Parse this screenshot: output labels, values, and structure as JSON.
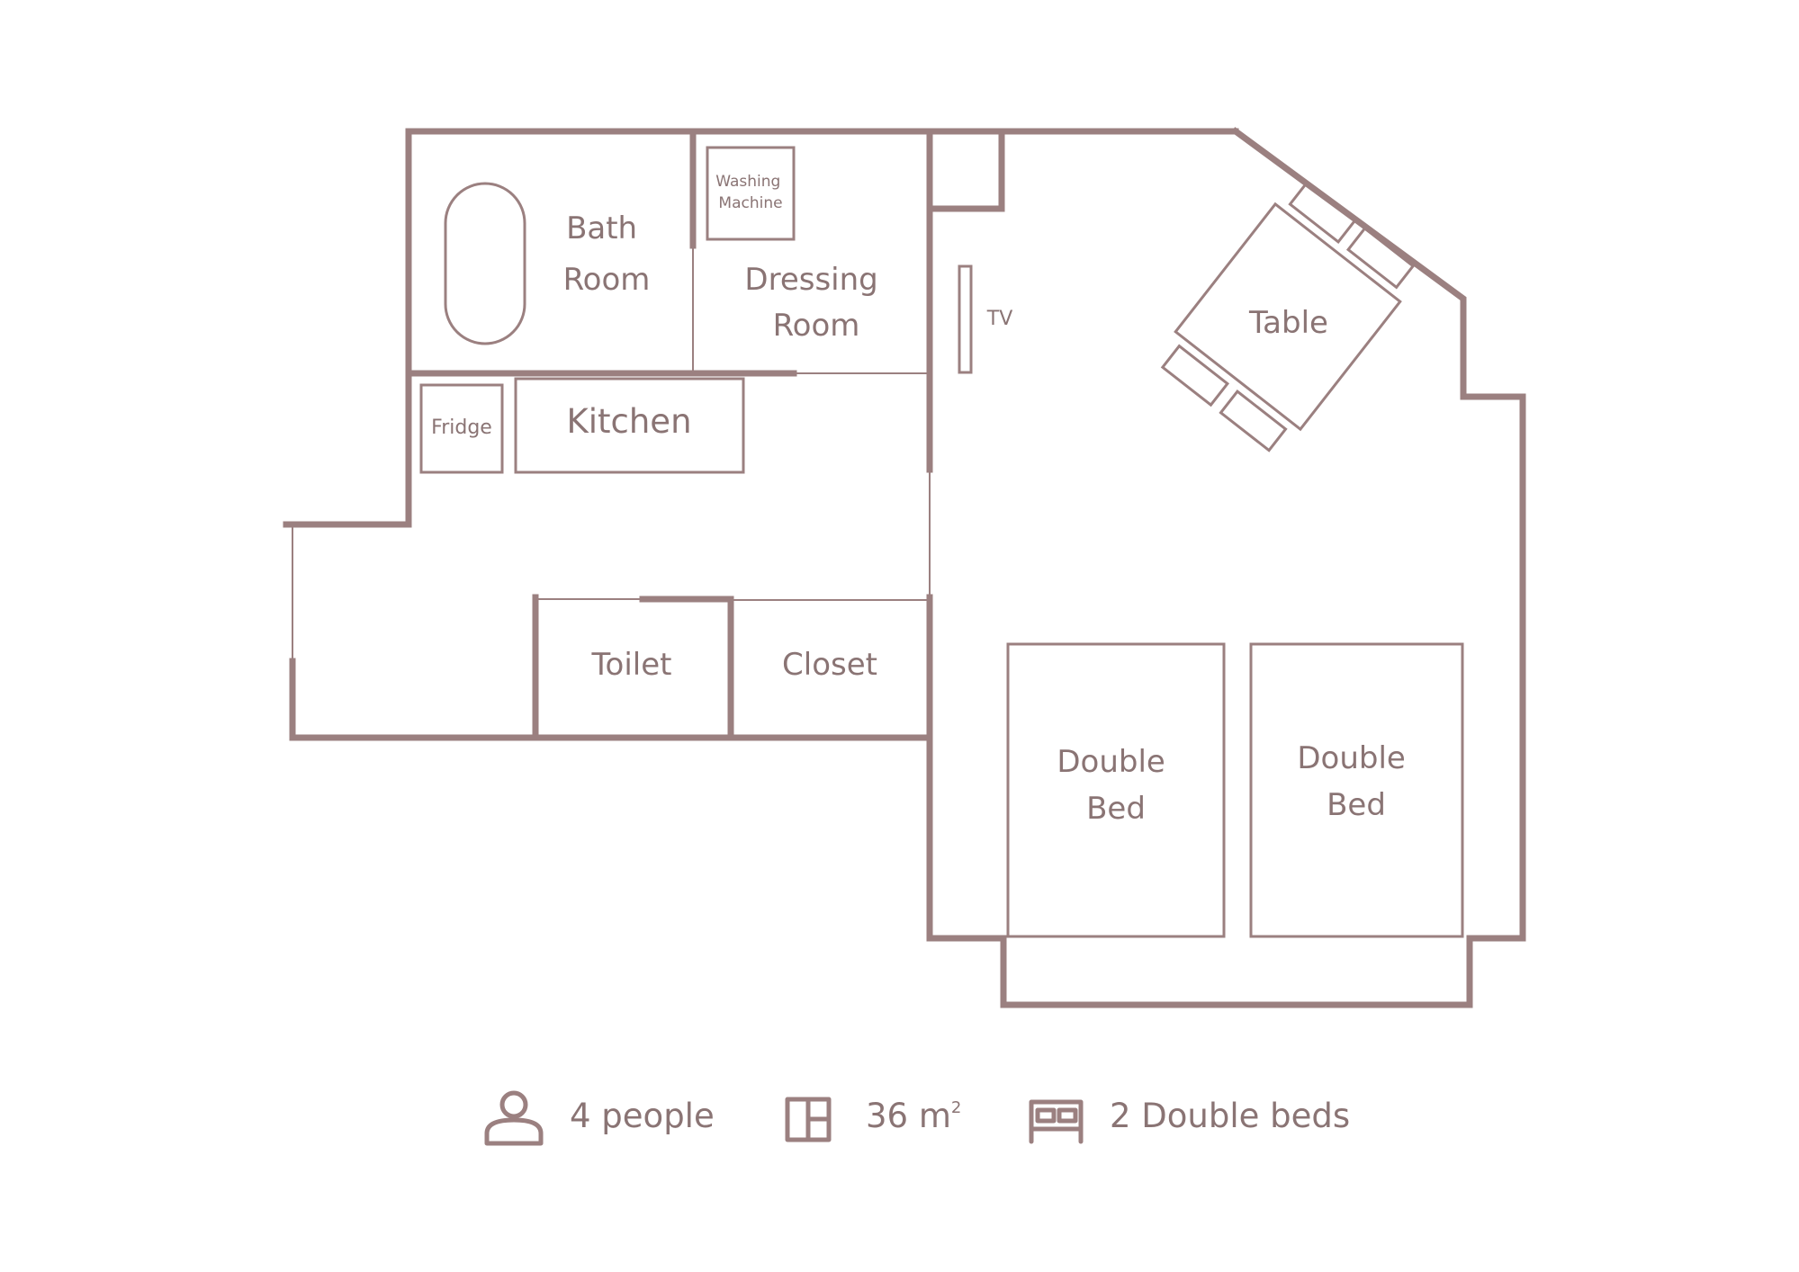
{
  "rooms": {
    "bath_room": [
      "Bath",
      "Room"
    ],
    "washing_machine": [
      "Washing",
      "Machine"
    ],
    "dressing_room": [
      "Dressing",
      "Room"
    ],
    "tv": "TV",
    "table": "Table",
    "fridge": "Fridge",
    "kitchen": "Kitchen",
    "toilet": "Toilet",
    "closet": "Closet",
    "bed_left": [
      "Double",
      "Bed"
    ],
    "bed_right": [
      "Double",
      "Bed"
    ]
  },
  "summary": {
    "people": "4 people",
    "area_value": "36 m",
    "area_unit_exponent": "2",
    "beds": "2 Double beds"
  },
  "icons": [
    "person-icon",
    "floor-area-icon",
    "bed-icon"
  ],
  "colors": {
    "line": "#9b8080",
    "text": "#8a7474",
    "background": "#ffffff"
  }
}
